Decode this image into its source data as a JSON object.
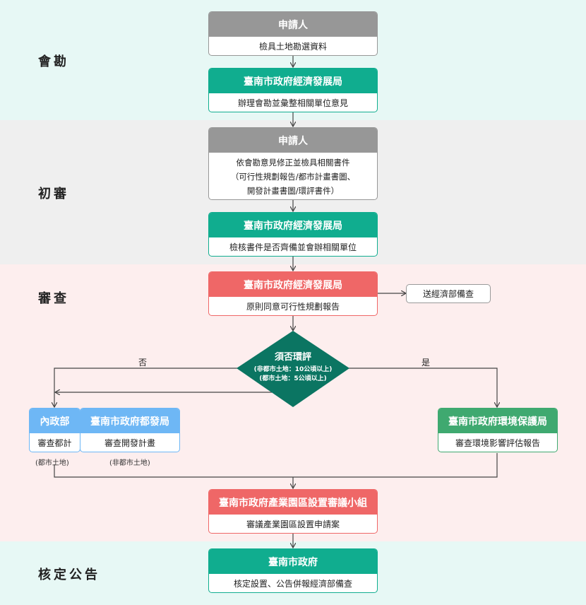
{
  "colors": {
    "stage1_bg": "#e7f8f5",
    "stage2_bg": "#efefef",
    "stage3_bg": "#fdeeee",
    "stage4_bg": "#e7f8f5",
    "gray": "#979797",
    "teal": "#10ad8f",
    "red": "#ef6767",
    "blue": "#6eb7f5",
    "green": "#3fa970",
    "diamond": "#0b7562"
  },
  "stages": {
    "s1": "會勘",
    "s2": "初審",
    "s3": "審查",
    "s4": "核定公告"
  },
  "boxes": {
    "b1": {
      "title": "申請人",
      "body": "檢具土地勘選資料"
    },
    "b2": {
      "title": "臺南市政府經濟發展局",
      "body": "辦理會勘並彙整相關單位意見"
    },
    "b3": {
      "title": "申請人",
      "body": "依會勘意見修正並檢具相關書件\n（可行性規劃報告/都市計畫書圖、\n開發計畫書圖/環評書件）"
    },
    "b4": {
      "title": "臺南市政府經濟發展局",
      "body": "檢核書件是否齊備並會辦相關單位"
    },
    "b5": {
      "title": "臺南市政府經濟發展局",
      "body": "原則同意可行性規劃報告"
    },
    "b6": {
      "title": "內政部",
      "body": "審查都計"
    },
    "b7": {
      "title": "臺南市政府都發局",
      "body": "審查開發計畫"
    },
    "b8": {
      "title": "臺南市政府環境保護局",
      "body": "審查環境影響評估報告"
    },
    "b9": {
      "title": "臺南市政府產業園區設置審議小組",
      "body": "審議產業園區設置申請案"
    },
    "b10": {
      "title": "臺南市政府",
      "body": "核定設置、公告併報經濟部備查"
    }
  },
  "side_box": "送經濟部備查",
  "decision": {
    "title": "須否環評",
    "line1": "(非都市土地：10公頃以上)",
    "line2": "(都市土地：5公頃以上)",
    "no": "否",
    "yes": "是"
  },
  "notes": {
    "n1": "(都市土地)",
    "n2": "(非都市土地)"
  }
}
